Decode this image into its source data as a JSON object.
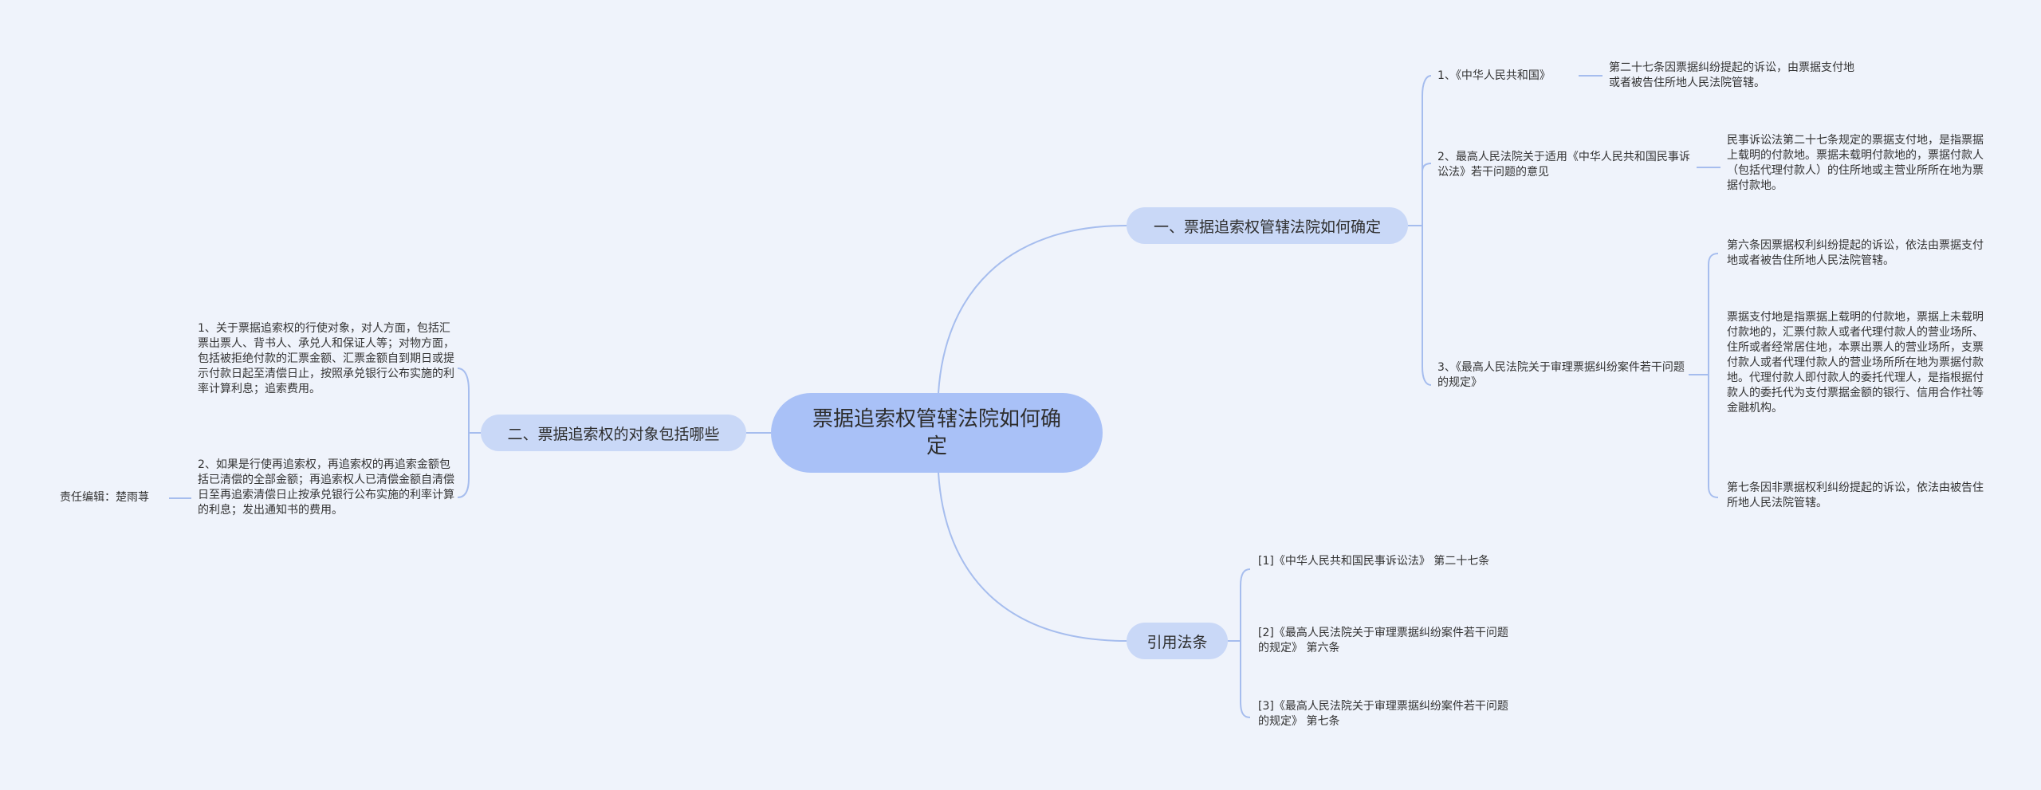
{
  "root": {
    "title": "票据追索权管辖法院如何确定"
  },
  "branches": [
    {
      "label": "一、票据追索权管辖法院如何确定",
      "children": [
        {
          "label": "1、《中华人民共和国》",
          "details": [
            "第二十七条因票据纠纷提起的诉讼，由票据支付地或者被告住所地人民法院管辖。"
          ]
        },
        {
          "label": "2、最高人民法院关于适用《中华人民共和国民事诉讼法》若干问题的意见",
          "details": [
            "民事诉讼法第二十七条规定的票据支付地，是指票据上载明的付款地。票据未载明付款地的，票据付款人（包括代理付款人）的住所地或主营业所所在地为票据付款地。"
          ]
        },
        {
          "label": "3、《最高人民法院关于审理票据纠纷案件若干问题的规定》",
          "details": [
            "第六条因票据权利纠纷提起的诉讼，依法由票据支付地或者被告住所地人民法院管辖。",
            "票据支付地是指票据上载明的付款地，票据上未载明付款地的，汇票付款人或者代理付款人的营业场所、住所或者经常居住地，本票出票人的营业场所，支票付款人或者代理付款人的营业场所所在地为票据付款地。代理付款人即付款人的委托代理人，是指根据付款人的委托代为支付票据金额的银行、信用合作社等金融机构。",
            "第七条因非票据权利纠纷提起的诉讼，依法由被告住所地人民法院管辖。"
          ]
        }
      ]
    },
    {
      "label": "二、票据追索权的对象包括哪些",
      "children": [
        {
          "label": "1、关于票据追索权的行使对象，对人方面，包括汇票出票人、背书人、承兑人和保证人等；对物方面，包括被拒绝付款的汇票金额、汇票金额自到期日或提示付款日起至清偿日止，按照承兑银行公布实施的利率计算利息；追索费用。"
        },
        {
          "label": "2、如果是行使再追索权，再追索权的再追索金额包括已清偿的全部金额；再追索权人已清偿金额自清偿日至再追索清偿日止按承兑银行公布实施的利率计算的利息；发出通知书的费用。",
          "extra": "责任编辑：楚雨荨"
        }
      ]
    },
    {
      "label": "引用法条",
      "children": [
        {
          "label": "[1]《中华人民共和国民事诉讼法》 第二十七条"
        },
        {
          "label": "[2]《最高人民法院关于审理票据纠纷案件若干问题的规定》 第六条"
        },
        {
          "label": "[3]《最高人民法院关于审理票据纠纷案件若干问题的规定》 第七条"
        }
      ]
    }
  ],
  "colors": {
    "background": "#eff3fb",
    "root": "#a9c1f7",
    "branch": "#c9d8f7",
    "line": "#a6bdee",
    "text": "#333333"
  }
}
